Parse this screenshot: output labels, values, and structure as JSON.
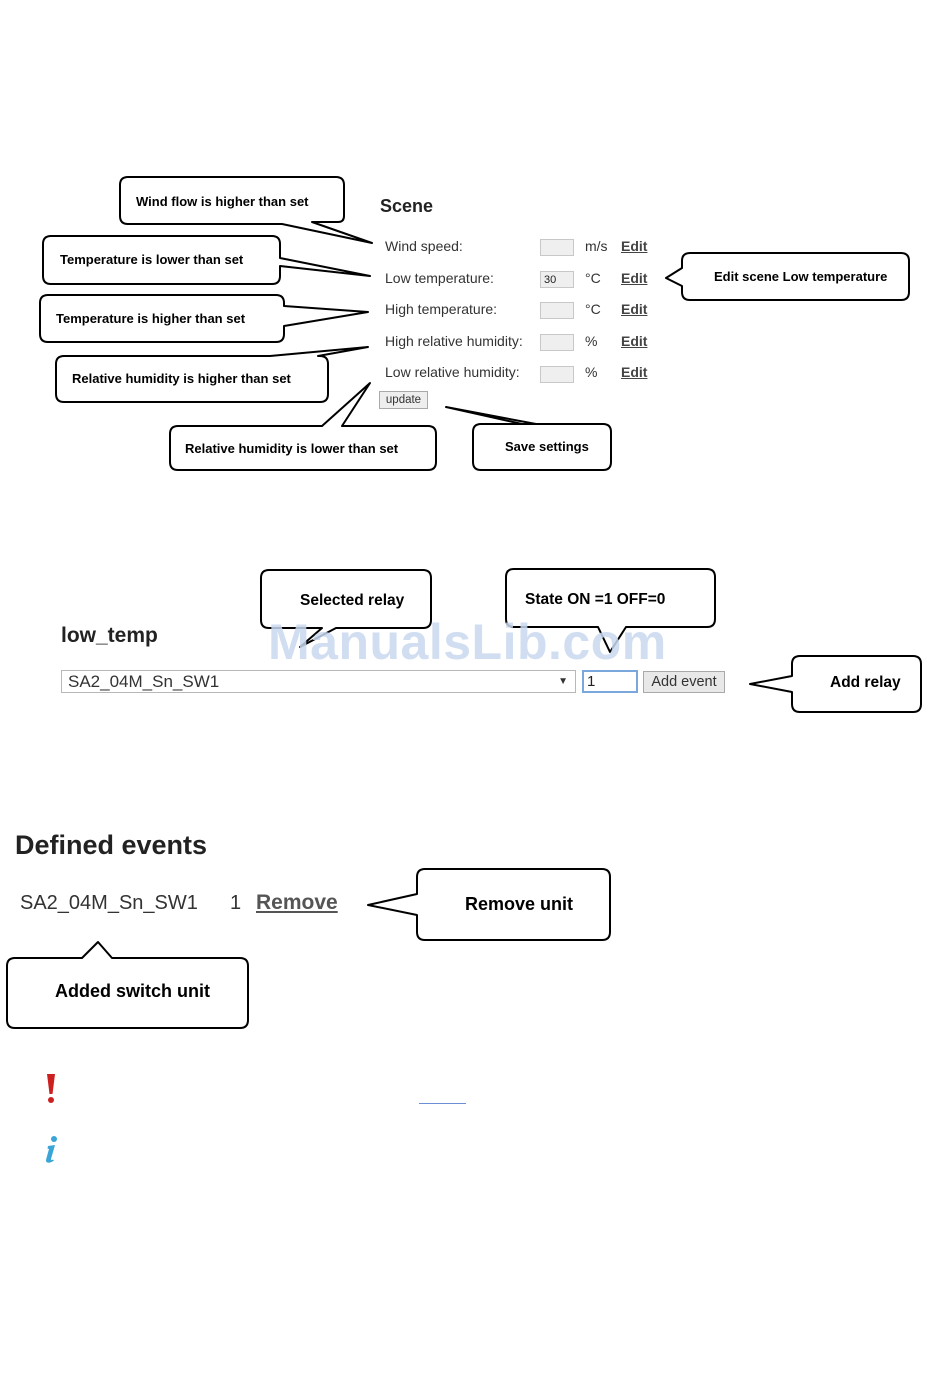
{
  "scene": {
    "title": "Scene",
    "rows": [
      {
        "label": "Wind speed:",
        "value": "",
        "unit": "m/s",
        "edit": "Edit"
      },
      {
        "label": "Low temperature:",
        "value": "30",
        "unit": "°C",
        "edit": "Edit"
      },
      {
        "label": "High temperature:",
        "value": "",
        "unit": "°C",
        "edit": "Edit"
      },
      {
        "label": "High relative humidity:",
        "value": "",
        "unit": "%",
        "edit": "Edit"
      },
      {
        "label": "Low relative humidity:",
        "value": "",
        "unit": "%",
        "edit": "Edit"
      }
    ],
    "update_label": "update"
  },
  "scene_callouts": {
    "wind": "Wind flow is higher than set",
    "temp_low": "Temperature is lower than set",
    "temp_high": "Temperature is higher than set",
    "hum_high": "Relative humidity is higher than set",
    "hum_low": "Relative humidity is lower than set",
    "save": "Save settings",
    "edit_low": "Edit scene Low temperature"
  },
  "relay": {
    "title": "low_temp",
    "selected": "SA2_04M_Sn_SW1",
    "state_value": "1",
    "add_label": "Add event"
  },
  "relay_callouts": {
    "selected_relay": "Selected relay",
    "state": "State ON =1 OFF=0",
    "add_relay": "Add relay"
  },
  "defined": {
    "title": "Defined events",
    "event": {
      "unit": "SA2_04M_Sn_SW1",
      "state": "1",
      "remove": "Remove"
    }
  },
  "defined_callouts": {
    "remove_unit": "Remove unit",
    "added_switch": "Added switch unit"
  },
  "watermark": "ManualsLib.com",
  "icons": {
    "warning": {
      "name": "exclamation-icon",
      "glyph": "!",
      "color": "#cc2020"
    },
    "info": {
      "name": "info-icon",
      "glyph": "i",
      "color": "#3aa5d6"
    }
  }
}
